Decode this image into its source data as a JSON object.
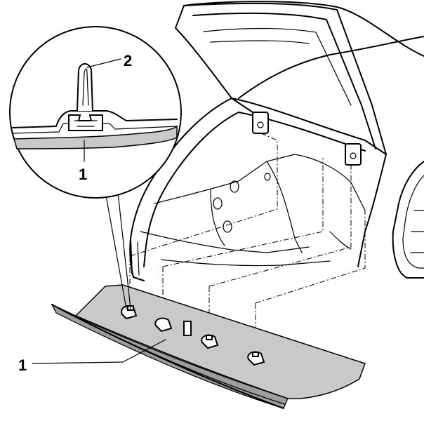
{
  "callouts": {
    "detail_clip": "2",
    "detail_trim": "1",
    "main_trim": "1"
  },
  "colors": {
    "ink": "#000000",
    "trim_shade": "#c9c9c9",
    "trim_shadow": "#9d9d9d",
    "background": "#ffffff"
  }
}
